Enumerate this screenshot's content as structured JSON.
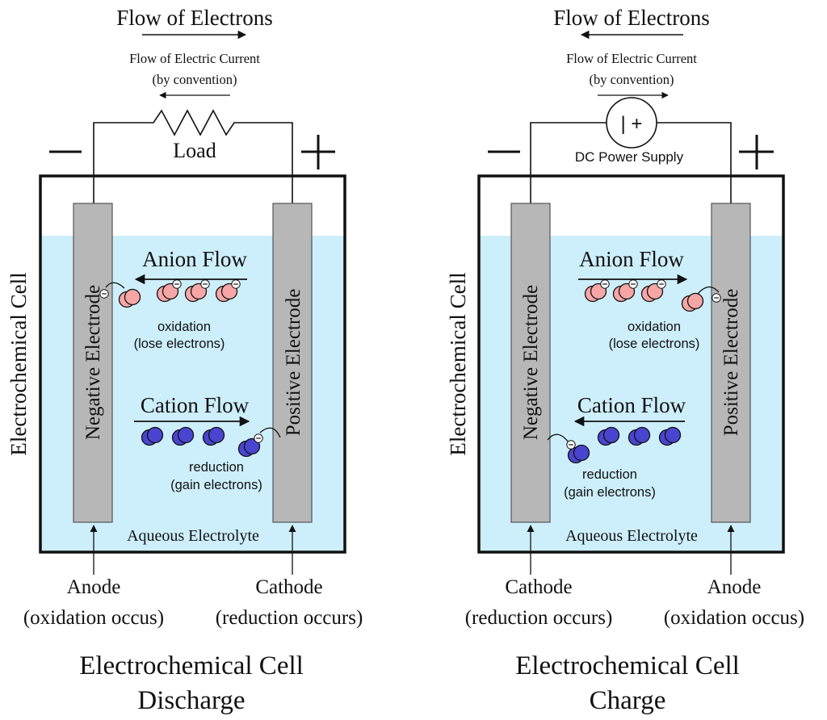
{
  "colors": {
    "electrolyte": "#cdeefb",
    "electrode": "#b7b7b7",
    "anion": "#f7a6a6",
    "cation": "#4a45d0",
    "outline": "#111111"
  },
  "discharge": {
    "electron_flow_label": "Flow of Electrons",
    "current_label_1": "Flow of Electric Current",
    "current_label_2": "(by convention)",
    "load_label": "Load",
    "minus_sign": "−",
    "plus_sign": "+",
    "cell_label": "Electrochemical Cell",
    "negative_electrode_label": "Negative Electrode",
    "positive_electrode_label": "Positive Electrode",
    "anion_flow_label": "Anion Flow",
    "cation_flow_label": "Cation Flow",
    "oxidation_label_1": "oxidation",
    "oxidation_label_2": "(lose electrons)",
    "reduction_label_1": "reduction",
    "reduction_label_2": "(gain electrons)",
    "electrolyte_label": "Aqueous Electrolyte",
    "left_role_1": "Anode",
    "left_role_2": "(oxidation occus)",
    "right_role_1": "Cathode",
    "right_role_2": "(reduction  occurs)",
    "caption_1": "Electrochemical Cell",
    "caption_2": "Discharge"
  },
  "charge": {
    "electron_flow_label": "Flow of Electrons",
    "current_label_1": "Flow of Electric Current",
    "current_label_2": "(by convention)",
    "supply_label": "DC Power Supply",
    "supply_symbol": "| +",
    "minus_sign": "−",
    "plus_sign": "+",
    "cell_label": "Electrochemical Cell",
    "negative_electrode_label": "Negative Electrode",
    "positive_electrode_label": "Positive Electrode",
    "anion_flow_label": "Anion Flow",
    "cation_flow_label": "Cation Flow",
    "oxidation_label_1": "oxidation",
    "oxidation_label_2": "(lose electrons)",
    "reduction_label_1": "reduction",
    "reduction_label_2": "(gain electrons)",
    "electrolyte_label": "Aqueous Electrolyte",
    "left_role_1": "Cathode",
    "left_role_2": "(reduction  occurs)",
    "right_role_1": "Anode",
    "right_role_2": "(oxidation occus)",
    "caption_1": "Electrochemical Cell",
    "caption_2": "Charge"
  }
}
